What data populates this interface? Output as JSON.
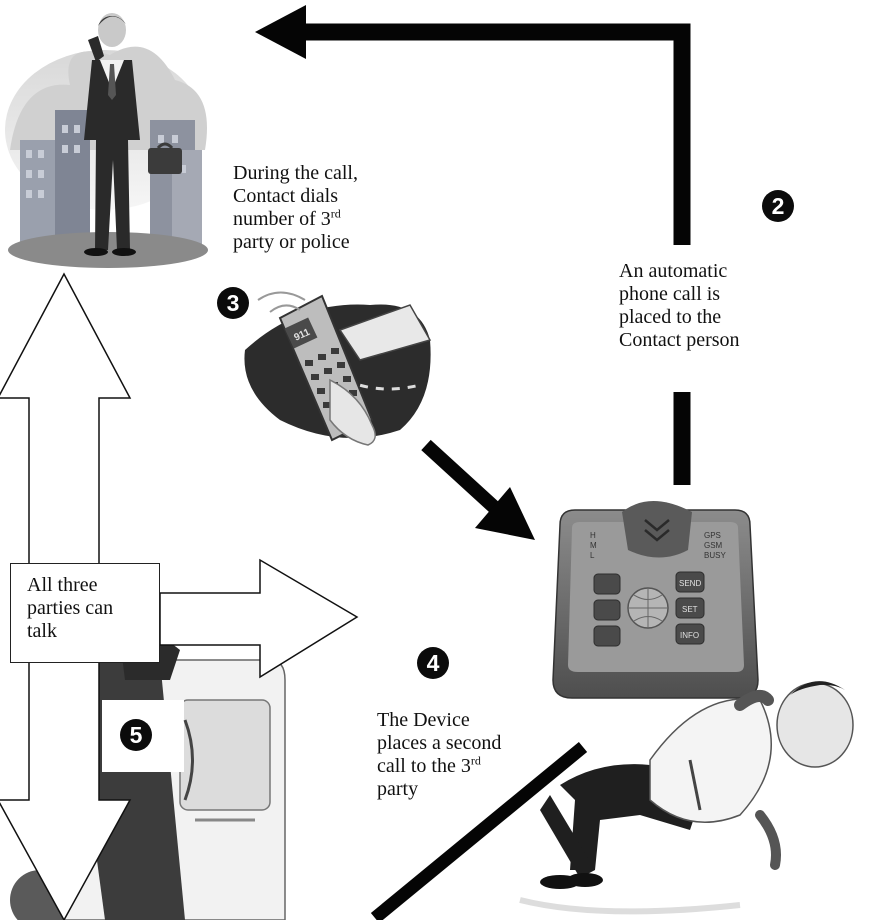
{
  "labels": {
    "contact_dials": {
      "line1": "During the call,",
      "line2": "Contact dials",
      "line3": "number of 3",
      "line3_sup": "rd",
      "line4": "party or police"
    },
    "auto_call": {
      "line1": "An automatic",
      "line2": "phone call is",
      "line3": "placed to the",
      "line4": "Contact person"
    },
    "all_three": {
      "line1": "All three",
      "line2": "parties can",
      "line3": "talk"
    },
    "second_call": {
      "line1": "The Device",
      "line2": "places a second",
      "line3": "call to the 3",
      "line3_sup": "rd",
      "line4": "party"
    }
  },
  "steps": {
    "two": "2",
    "three": "3",
    "four": "4",
    "five": "5"
  },
  "device": {
    "left_leds": [
      "H",
      "M",
      "L"
    ],
    "right_leds": [
      "GPS",
      "GSM",
      "BUSY"
    ],
    "buttons": [
      "SEND",
      "SET",
      "INFO"
    ]
  },
  "phone_screen": "911",
  "colors": {
    "arrow": "#050505",
    "device_body": "#6e6e6e",
    "device_panel": "#9a9a9a"
  }
}
